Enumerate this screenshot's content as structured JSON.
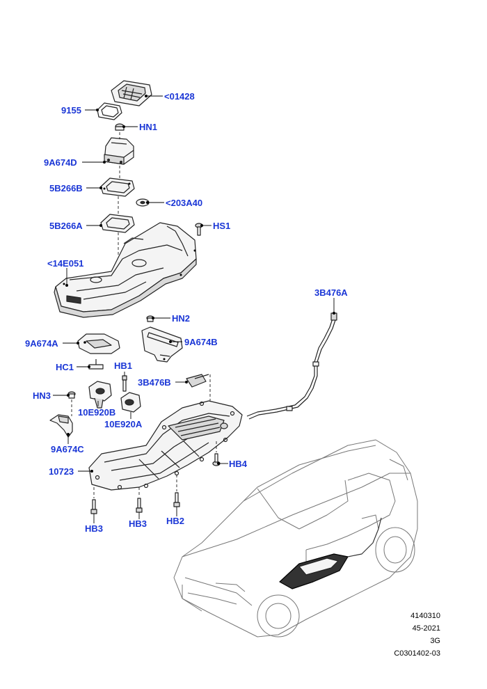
{
  "diagram": {
    "callouts": [
      {
        "id": "01428",
        "text": "<01428"
      },
      {
        "id": "9155",
        "text": "9155"
      },
      {
        "id": "HN1",
        "text": "HN1"
      },
      {
        "id": "9A674D",
        "text": "9A674D"
      },
      {
        "id": "5B266B",
        "text": "5B266B"
      },
      {
        "id": "203A40",
        "text": "<203A40"
      },
      {
        "id": "5B266A",
        "text": "5B266A"
      },
      {
        "id": "HS1",
        "text": "HS1"
      },
      {
        "id": "14E051",
        "text": "<14E051"
      },
      {
        "id": "3B476A",
        "text": "3B476A"
      },
      {
        "id": "HN2",
        "text": "HN2"
      },
      {
        "id": "9A674A",
        "text": "9A674A"
      },
      {
        "id": "9A674B",
        "text": "9A674B"
      },
      {
        "id": "HC1",
        "text": "HC1"
      },
      {
        "id": "HB1",
        "text": "HB1"
      },
      {
        "id": "3B476B",
        "text": "3B476B"
      },
      {
        "id": "HN3",
        "text": "HN3"
      },
      {
        "id": "10E920B",
        "text": "10E920B"
      },
      {
        "id": "10E920A",
        "text": "10E920A"
      },
      {
        "id": "9A674C",
        "text": "9A674C"
      },
      {
        "id": "HB4",
        "text": "HB4"
      },
      {
        "id": "10723",
        "text": "10723"
      },
      {
        "id": "HB3",
        "text": "HB3"
      },
      {
        "id": "HB3b",
        "text": "HB3"
      },
      {
        "id": "HB2",
        "text": "HB2"
      }
    ]
  },
  "footer": {
    "line1": "4140310",
    "line2": "45-2021",
    "line3": "3G",
    "line4": "C0301402-03"
  }
}
